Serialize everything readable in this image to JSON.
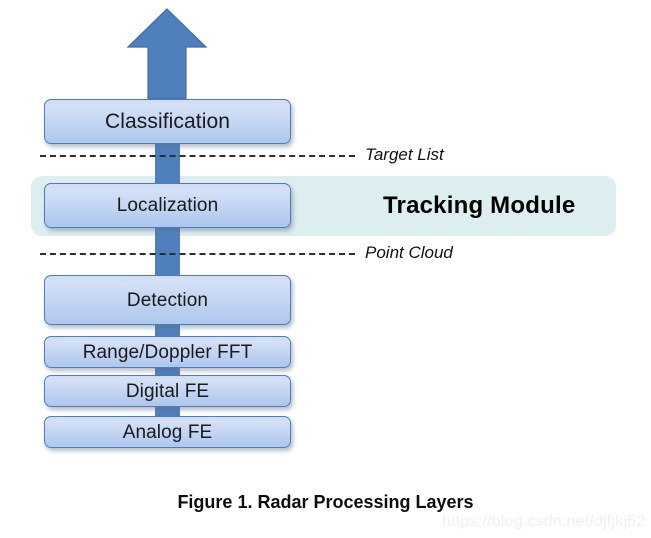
{
  "figure": {
    "caption": "Figure 1. Radar Processing Layers",
    "watermark": "https://blog.csdn.net/djfjkj52",
    "arrow": {
      "name": "upward-flow-arrow",
      "direction": "up",
      "color": "#4f80bd"
    },
    "colors": {
      "box_border": "#4a7ebb",
      "box_fill_top": "#d5e1f7",
      "box_fill_bottom": "#aec7ee",
      "arrow_blue": "#4f80bd",
      "tracking_band": "#ddeef1",
      "dash_line": "#2e2e2e",
      "text": "#1a1a1a",
      "watermark": "#f0f0f0"
    },
    "layers": [
      {
        "id": "classification",
        "label": "Classification"
      },
      {
        "id": "localization",
        "label": "Localization"
      },
      {
        "id": "detection",
        "label": "Detection"
      },
      {
        "id": "range-doppler-fft",
        "label": "Range/Doppler FFT"
      },
      {
        "id": "digital-fe",
        "label": "Digital FE"
      },
      {
        "id": "analog-fe",
        "label": "Analog FE"
      }
    ],
    "annotations": [
      {
        "id": "target-list",
        "label": "Target List"
      },
      {
        "id": "point-cloud",
        "label": "Point Cloud"
      }
    ],
    "module": {
      "title": "Tracking Module"
    }
  }
}
